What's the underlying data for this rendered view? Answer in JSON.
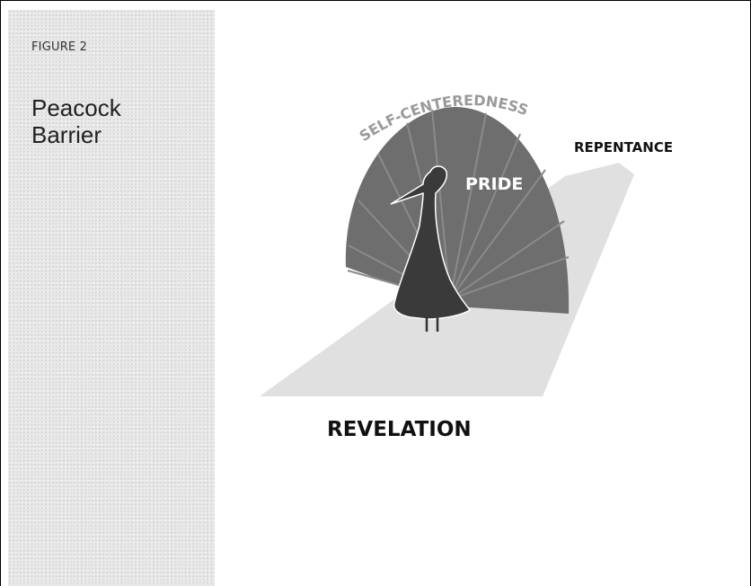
{
  "figure": {
    "label": "FIGURE 2",
    "title_line1": "Peacock",
    "title_line2": "Barrier"
  },
  "diagram": {
    "arc_text": "SELF-CENTEREDNESS",
    "center_label": "PRIDE",
    "right_label": "REPENTANCE",
    "bottom_label": "REVELATION",
    "colors": {
      "sidebar": "#e7e7e7",
      "floor_shape": "#e0e0e0",
      "peacock_fan": "#6e6e6e",
      "peacock_body": "#3a3a3a",
      "arc_text": "#9a9a9a",
      "label_text": "#111111"
    }
  }
}
